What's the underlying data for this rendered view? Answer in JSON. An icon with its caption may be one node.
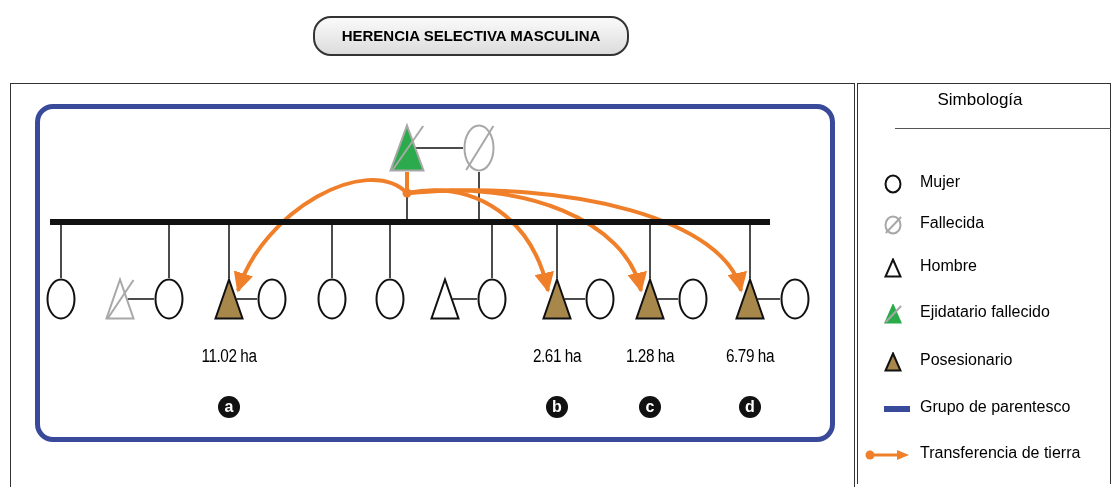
{
  "diagram": {
    "title": "HERENCIA SELECTIVA MASCULINA",
    "nodes": [
      {
        "text": [],
        "shape": "box"
      },
      {
        "text": [],
        "shape": "triangle",
        "in": 0
      },
      {
        "text": [],
        "shape": "circle",
        "in": 0
      },
      {
        "text": [],
        "shape": "bar",
        "in": 0
      },
      {
        "text": [],
        "shape": "circle",
        "in": 0
      },
      {
        "text": [],
        "shape": "triangle",
        "in": 0
      },
      {
        "text": [],
        "shape": "circle",
        "in": 0
      },
      {
        "text": [],
        "shape": "triangle",
        "in": 0,
        "beside": [
          "11.02 ha",
          "a"
        ]
      },
      {
        "text": [],
        "shape": "circle",
        "in": 0
      },
      {
        "text": [],
        "shape": "circle",
        "in": 0
      },
      {
        "text": [],
        "shape": "circle",
        "in": 0
      },
      {
        "text": [],
        "shape": "triangle",
        "in": 0
      },
      {
        "text": [],
        "shape": "circle",
        "in": 0
      },
      {
        "text": [],
        "shape": "triangle",
        "in": 0,
        "beside": [
          "2.61 ha",
          "b"
        ]
      },
      {
        "text": [],
        "shape": "circle",
        "in": 0
      },
      {
        "text": [],
        "shape": "triangle",
        "in": 0,
        "beside": [
          "1.28 ha",
          "c"
        ]
      },
      {
        "text": [],
        "shape": "circle",
        "in": 0
      },
      {
        "text": [],
        "shape": "triangle",
        "in": 0,
        "beside": [
          "6.79 ha",
          "d"
        ]
      },
      {
        "text": [],
        "shape": "circle",
        "in": 0
      }
    ],
    "edges": [
      {
        "from": 1,
        "to": 2,
        "arrow": "none"
      },
      {
        "from": 1,
        "to": 3,
        "arrow": "none"
      },
      {
        "from": 2,
        "to": 3,
        "arrow": "none"
      },
      {
        "from": 3,
        "to": 4,
        "arrow": "none"
      },
      {
        "from": 3,
        "to": 6,
        "arrow": "none"
      },
      {
        "from": 3,
        "to": 7,
        "arrow": "none"
      },
      {
        "from": 3,
        "to": 9,
        "arrow": "none"
      },
      {
        "from": 3,
        "to": 10,
        "arrow": "none"
      },
      {
        "from": 3,
        "to": 12,
        "arrow": "none"
      },
      {
        "from": 3,
        "to": 13,
        "arrow": "none"
      },
      {
        "from": 3,
        "to": 15,
        "arrow": "none"
      },
      {
        "from": 3,
        "to": 17,
        "arrow": "none"
      },
      {
        "from": 5,
        "to": 6,
        "arrow": "none"
      },
      {
        "from": 7,
        "to": 8,
        "arrow": "none"
      },
      {
        "from": 11,
        "to": 12,
        "arrow": "none"
      },
      {
        "from": 13,
        "to": 14,
        "arrow": "none"
      },
      {
        "from": 15,
        "to": 16,
        "arrow": "none"
      },
      {
        "from": 17,
        "to": 18,
        "arrow": "none"
      },
      {
        "from": 1,
        "to": 7,
        "arrow": "to",
        "style": "thick",
        "color": "#f07f2a"
      },
      {
        "from": 1,
        "to": 13,
        "arrow": "to",
        "style": "thick",
        "color": "#f07f2a"
      },
      {
        "from": 1,
        "to": 15,
        "arrow": "to",
        "style": "thick",
        "color": "#f07f2a"
      },
      {
        "from": 1,
        "to": 17,
        "arrow": "to",
        "style": "thick",
        "color": "#f07f2a"
      }
    ],
    "labels": [
      "Simbología"
    ],
    "legend": [
      {
        "text": "Mujer"
      },
      {
        "text": "Fallecida"
      },
      {
        "text": "Hombre"
      },
      {
        "text": "Ejidatario fallecido"
      },
      {
        "text": "Posesionario"
      },
      {
        "text": "Grupo de parentesco"
      },
      {
        "text": "Transferencia de tierra"
      }
    ]
  }
}
